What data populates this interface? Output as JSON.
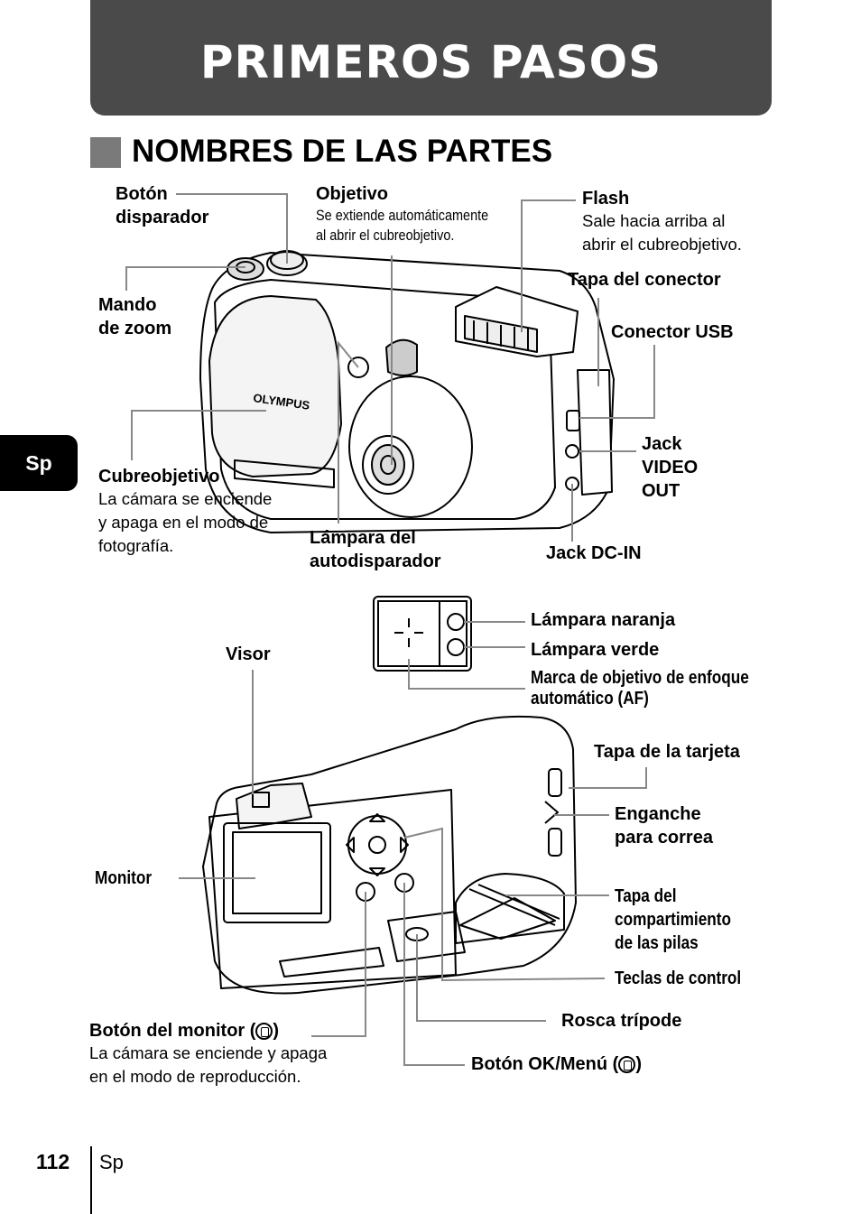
{
  "header": {
    "title": "PRIMEROS PASOS"
  },
  "section": {
    "title": "NOMBRES DE LAS PARTES"
  },
  "side_tab": "Sp",
  "front": {
    "brand": "OLYMPUS",
    "boton_disparador": [
      "Botón",
      "disparador"
    ],
    "objetivo": {
      "title": "Objetivo",
      "desc": [
        "Se extiende automáticamente",
        "al abrir el cubreobjetivo."
      ]
    },
    "flash": {
      "title": "Flash",
      "desc": [
        "Sale hacia arriba al",
        "abrir el cubreobjetivo."
      ]
    },
    "tapa_conector": "Tapa del conector",
    "conector_usb": "Conector USB",
    "mando_zoom": [
      "Mando",
      "de zoom"
    ],
    "cubreobjetivo": {
      "title": "Cubreobjetivo",
      "desc": [
        "La cámara se enciende",
        "y apaga en el modo de",
        "fotografía."
      ]
    },
    "jack_video": [
      "Jack",
      "VIDEO",
      "OUT"
    ],
    "lampara_auto": [
      "Lámpara del",
      "autodisparador"
    ],
    "jack_dc": "Jack DC-IN"
  },
  "viewfinder": {
    "lampara_naranja": "Lámpara naranja",
    "lampara_verde": "Lámpara verde",
    "marca_af": [
      "Marca de objetivo de enfoque",
      "automático (AF)"
    ]
  },
  "back": {
    "visor": "Visor",
    "tapa_tarjeta": "Tapa de la tarjeta",
    "enganche": [
      "Enganche",
      "para correa"
    ],
    "monitor": "Monitor",
    "tapa_pilas": [
      "Tapa del",
      "compartimiento",
      "de las pilas"
    ],
    "teclas": "Teclas de control",
    "rosca": "Rosca trípode",
    "boton_monitor": {
      "title_pre": "Botón del monitor (",
      "title_post": ")",
      "desc": [
        "La cámara se enciende y apaga",
        "en el modo de reproducción."
      ]
    },
    "boton_ok": {
      "pre": "Botón OK/Menú (",
      "post": ")"
    }
  },
  "footer": {
    "page": "112",
    "lang": "Sp"
  }
}
